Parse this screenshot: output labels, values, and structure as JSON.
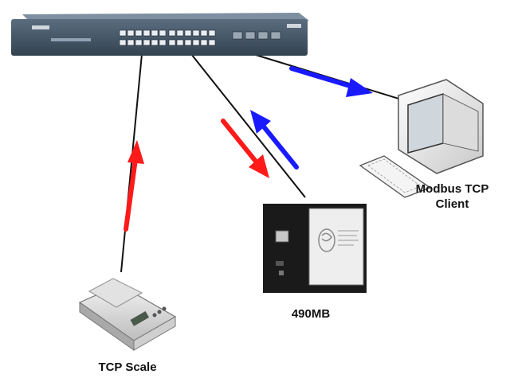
{
  "diagram": {
    "nodes": {
      "switch": {
        "label": ""
      },
      "client": {
        "label_line1": "Modbus TCP",
        "label_line2": "Client"
      },
      "gateway": {
        "label": "490MB"
      },
      "scale": {
        "label": "TCP Scale"
      }
    },
    "edges": [
      {
        "from": "switch",
        "to": "scale"
      },
      {
        "from": "switch",
        "to": "gateway"
      },
      {
        "from": "switch",
        "to": "client"
      }
    ],
    "arrows": [
      {
        "color": "#ff1a1a",
        "meaning": "scale-to-switch"
      },
      {
        "color": "#ff1a1a",
        "meaning": "switch-to-gateway"
      },
      {
        "color": "#1a1aff",
        "meaning": "gateway-to-switch"
      },
      {
        "color": "#1a1aff",
        "meaning": "switch-to-client"
      }
    ],
    "colors": {
      "red_arrow": "#ff1a1a",
      "blue_arrow": "#1a1aff",
      "cable": "#111111"
    }
  }
}
